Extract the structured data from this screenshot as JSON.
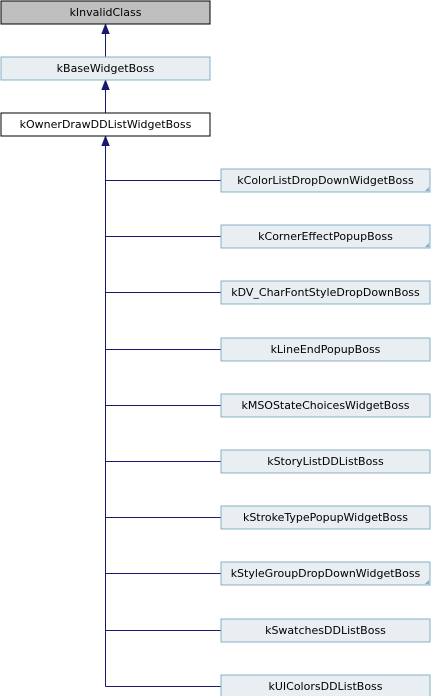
{
  "nodes": {
    "invalid": {
      "label": "kInvalidClass",
      "style": "grey"
    },
    "base": {
      "label": "kBaseWidgetBoss",
      "style": "link"
    },
    "owner": {
      "label": "kOwnerDrawDDListWidgetBoss",
      "style": "current"
    }
  },
  "children": [
    {
      "label": "kColorListDropDownWidgetBoss",
      "truncated": true
    },
    {
      "label": "kCornerEffectPopupBoss",
      "truncated": true
    },
    {
      "label": "kDV_CharFontStyleDropDownBoss",
      "truncated": false
    },
    {
      "label": "kLineEndPopupBoss",
      "truncated": false
    },
    {
      "label": "kMSOStateChoicesWidgetBoss",
      "truncated": false
    },
    {
      "label": "kStoryListDDListBoss",
      "truncated": false
    },
    {
      "label": "kStrokeTypePopupWidgetBoss",
      "truncated": false
    },
    {
      "label": "kStyleGroupDropDownWidgetBoss",
      "truncated": true
    },
    {
      "label": "kSwatchesDDListBoss",
      "truncated": false
    },
    {
      "label": "kUIColorsDDListBoss",
      "truncated": false
    }
  ],
  "colors": {
    "edge": "#191970",
    "grey_fill": "#bfbfbf",
    "link_fill": "#e8eef2",
    "link_stroke": "#84b0c7",
    "current_fill": "#ffffff",
    "current_stroke": "#000000",
    "grey_stroke": "#000000"
  }
}
